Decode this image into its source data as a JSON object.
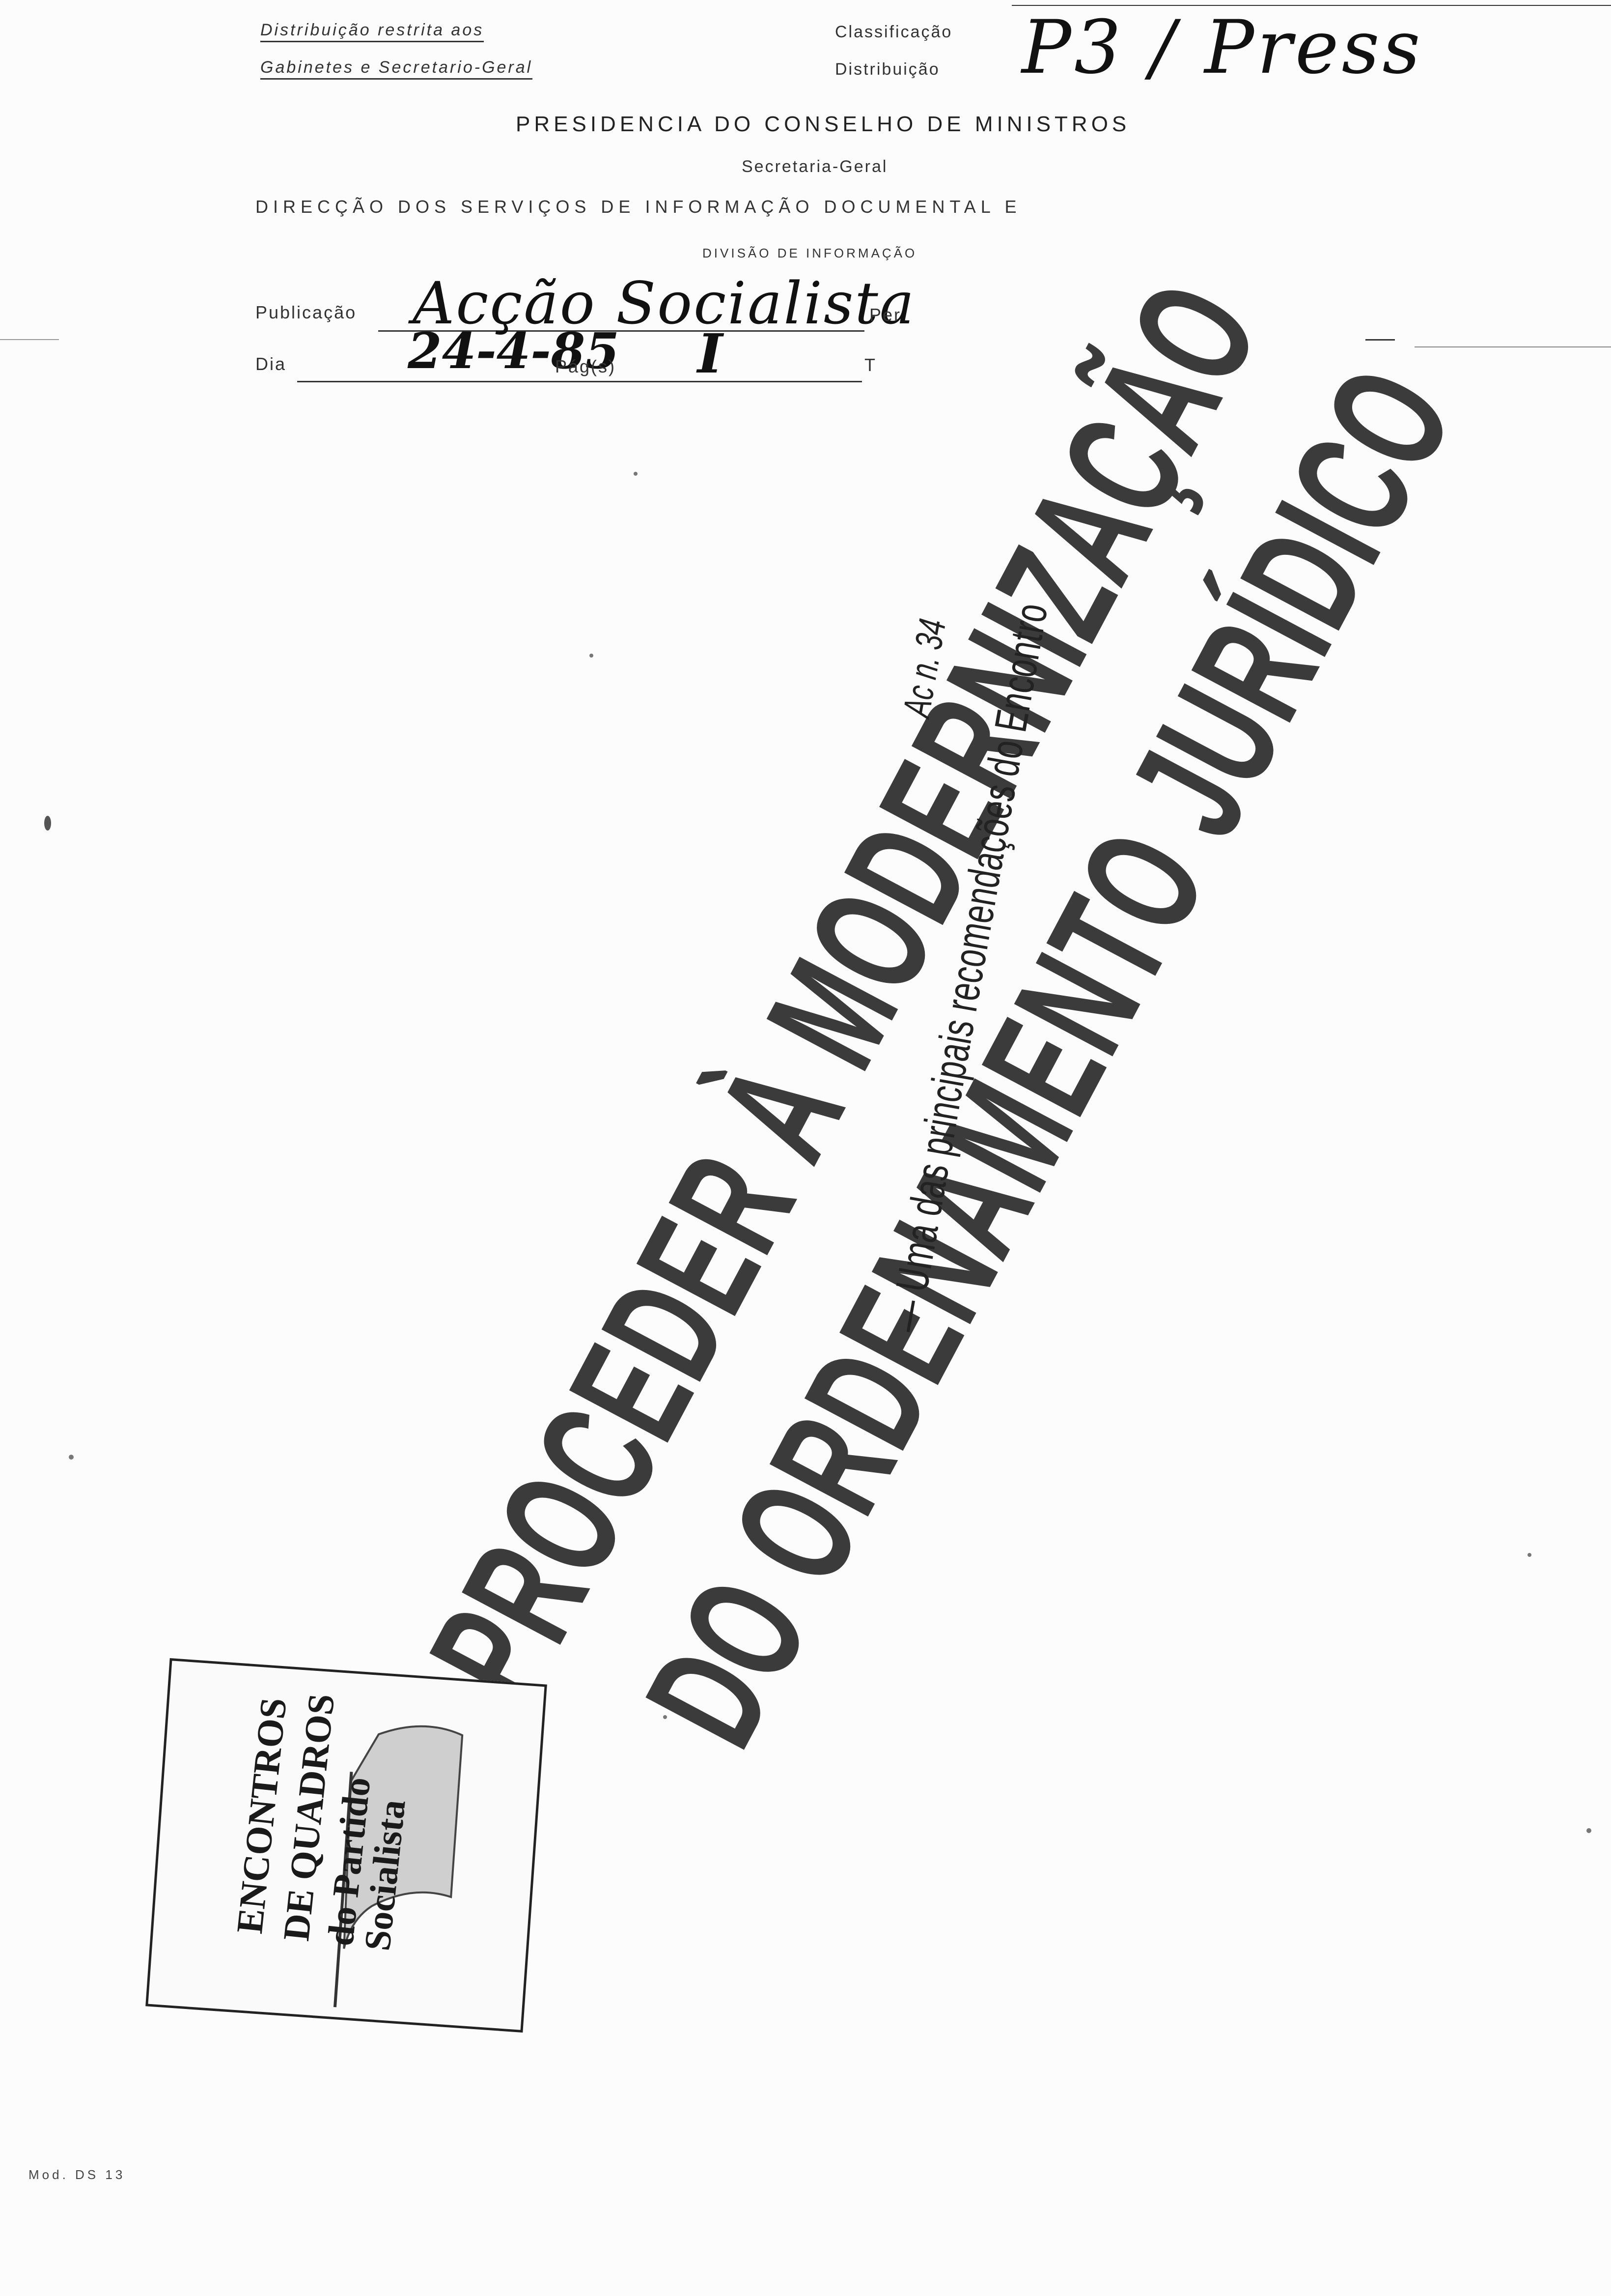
{
  "header": {
    "distribution_line1": "Distribuição restrita aos",
    "distribution_line2": "Gabinetes e Secretario-Geral",
    "classificacao_label": "Classificação",
    "distribuicao_label": "Distribuição",
    "handwritten_code": "P3 / Press",
    "presidency_title": "PRESIDENCIA DO CONSELHO DE MINISTROS",
    "secretaria": "Secretaria-Geral",
    "direction": "DIRECÇÃO DOS SERVIÇOS DE INFORMAÇÃO DOCUMENTAL E",
    "division": "DIVISÃO DE INFORMAÇÃO"
  },
  "form": {
    "publicacao_label": "Publicação",
    "publicacao_value": "Acção Socialista",
    "periodicidade_label": "Per",
    "dia_label": "Dia",
    "dia_value": "24-4-85",
    "pags_label": "Pág(s)",
    "pags_value": "I",
    "t_label": "T"
  },
  "article": {
    "headline_line1": "PROCEDER À MODERNIZAÇÃO",
    "headline_line2": "DO ORDENAMENTO JURÍDICO",
    "subtitle": "— Uma das principais recomendações do Encontro",
    "handwritten_note": "Ac n. 34"
  },
  "logo": {
    "line1": "ENCONTROS",
    "line2": "DE QUADROS",
    "line3": "do Partido",
    "line4": "Socialista"
  },
  "footer": {
    "model_code": "Mod. DS 13"
  }
}
